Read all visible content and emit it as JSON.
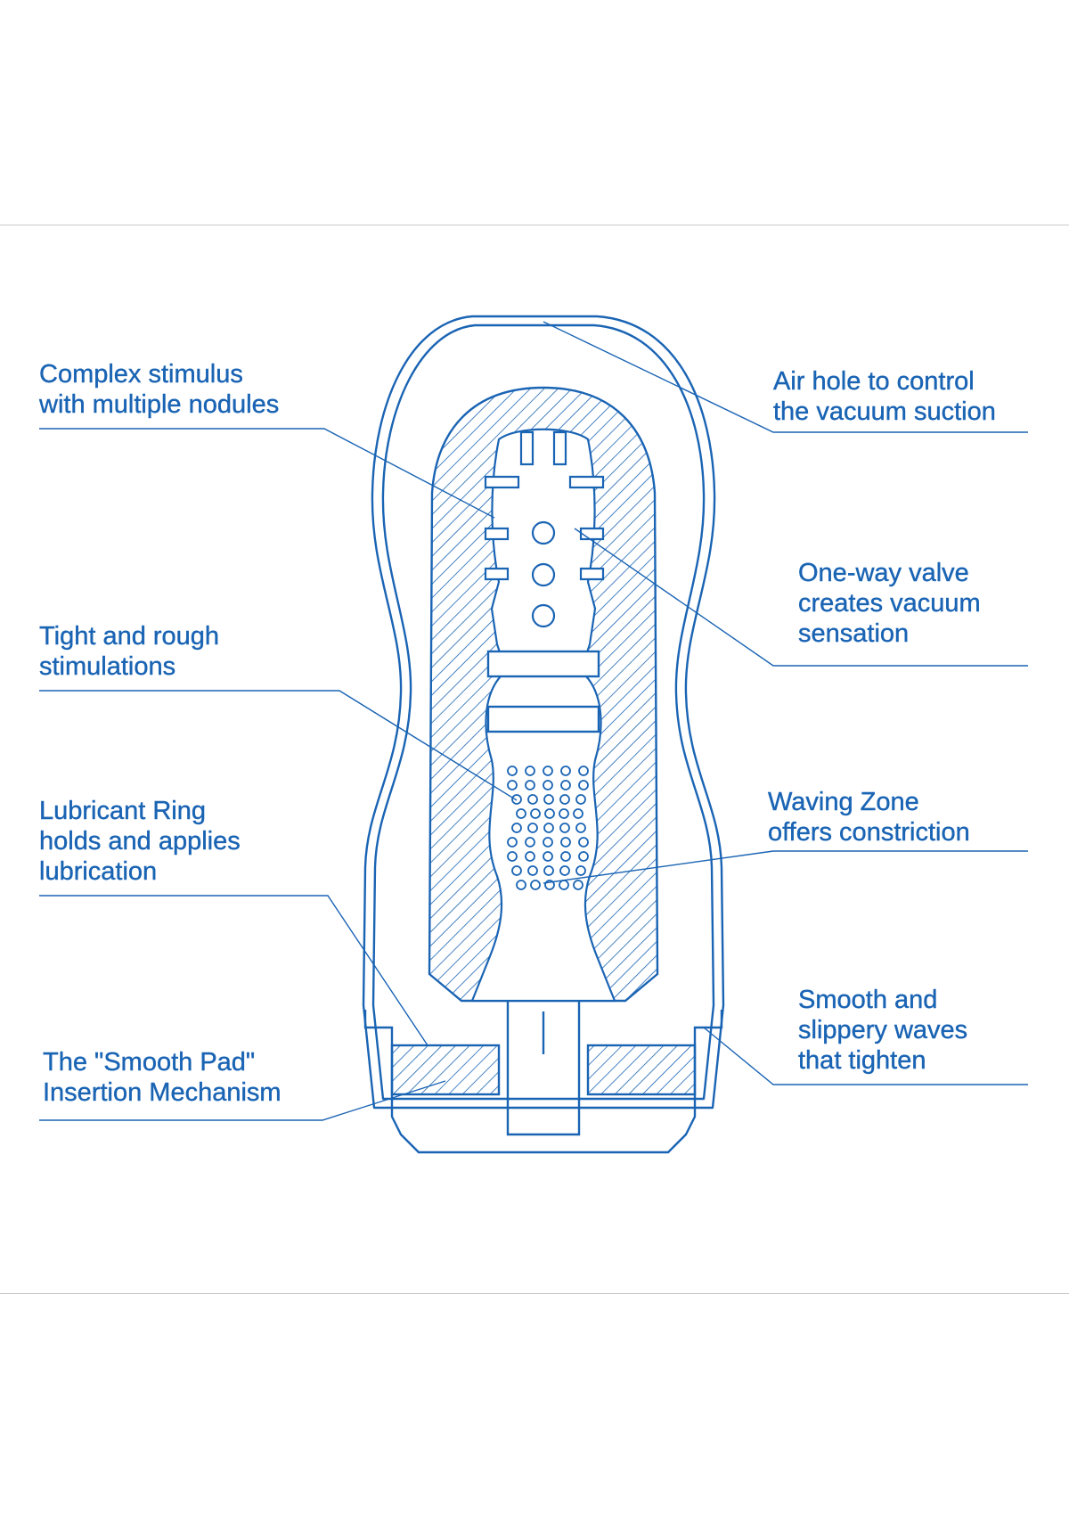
{
  "colors": {
    "accent": "#1a64b4",
    "frame": "#c9c9c9",
    "background": "#ffffff"
  },
  "labels": {
    "complex": [
      "Complex stimulus",
      "with multiple nodules"
    ],
    "tight": [
      "Tight and rough",
      "stimulations"
    ],
    "lubricant": [
      "Lubricant Ring",
      "holds and applies",
      "lubrication"
    ],
    "smoothpad": [
      "The \"Smooth Pad\"",
      "Insertion Mechanism"
    ],
    "airhole": [
      "Air hole to control",
      "the vacuum suction"
    ],
    "valve": [
      "One-way valve",
      "creates vacuum",
      "sensation"
    ],
    "waving": [
      "Waving Zone",
      "offers constriction"
    ],
    "waves": [
      "Smooth and",
      "slippery waves",
      "that tighten"
    ]
  }
}
